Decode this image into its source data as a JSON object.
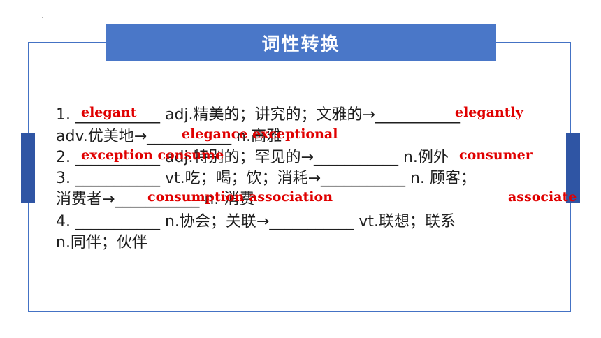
{
  "title": "词性转换",
  "lines": [
    "1. ___________ adj.精美的；讲究的；文雅的→___________",
    "adv.优美地→___________ n.高雅",
    "2. ___________ adj.特别的；罕见的→___________ n.例外",
    "3. ___________ vt.吃；喝；饮；消耗→___________ n. 顾客；",
    "消费者→___________ n. 消费",
    "4. ___________ n.协会；关联→___________ vt.联想；联系",
    "n.同伴；伙伴"
  ],
  "answers": {
    "elegant": "elegant",
    "elegantly": "elegantly",
    "elegance_exceptional": "elegance exceptional",
    "exception_consume": "exception consume",
    "consumer": "consumer",
    "consumption_association": "consumption association",
    "associate": "associate"
  },
  "colors": {
    "banner": "#4a77c8",
    "frame": "#4472c4",
    "answer": "#e00000"
  }
}
